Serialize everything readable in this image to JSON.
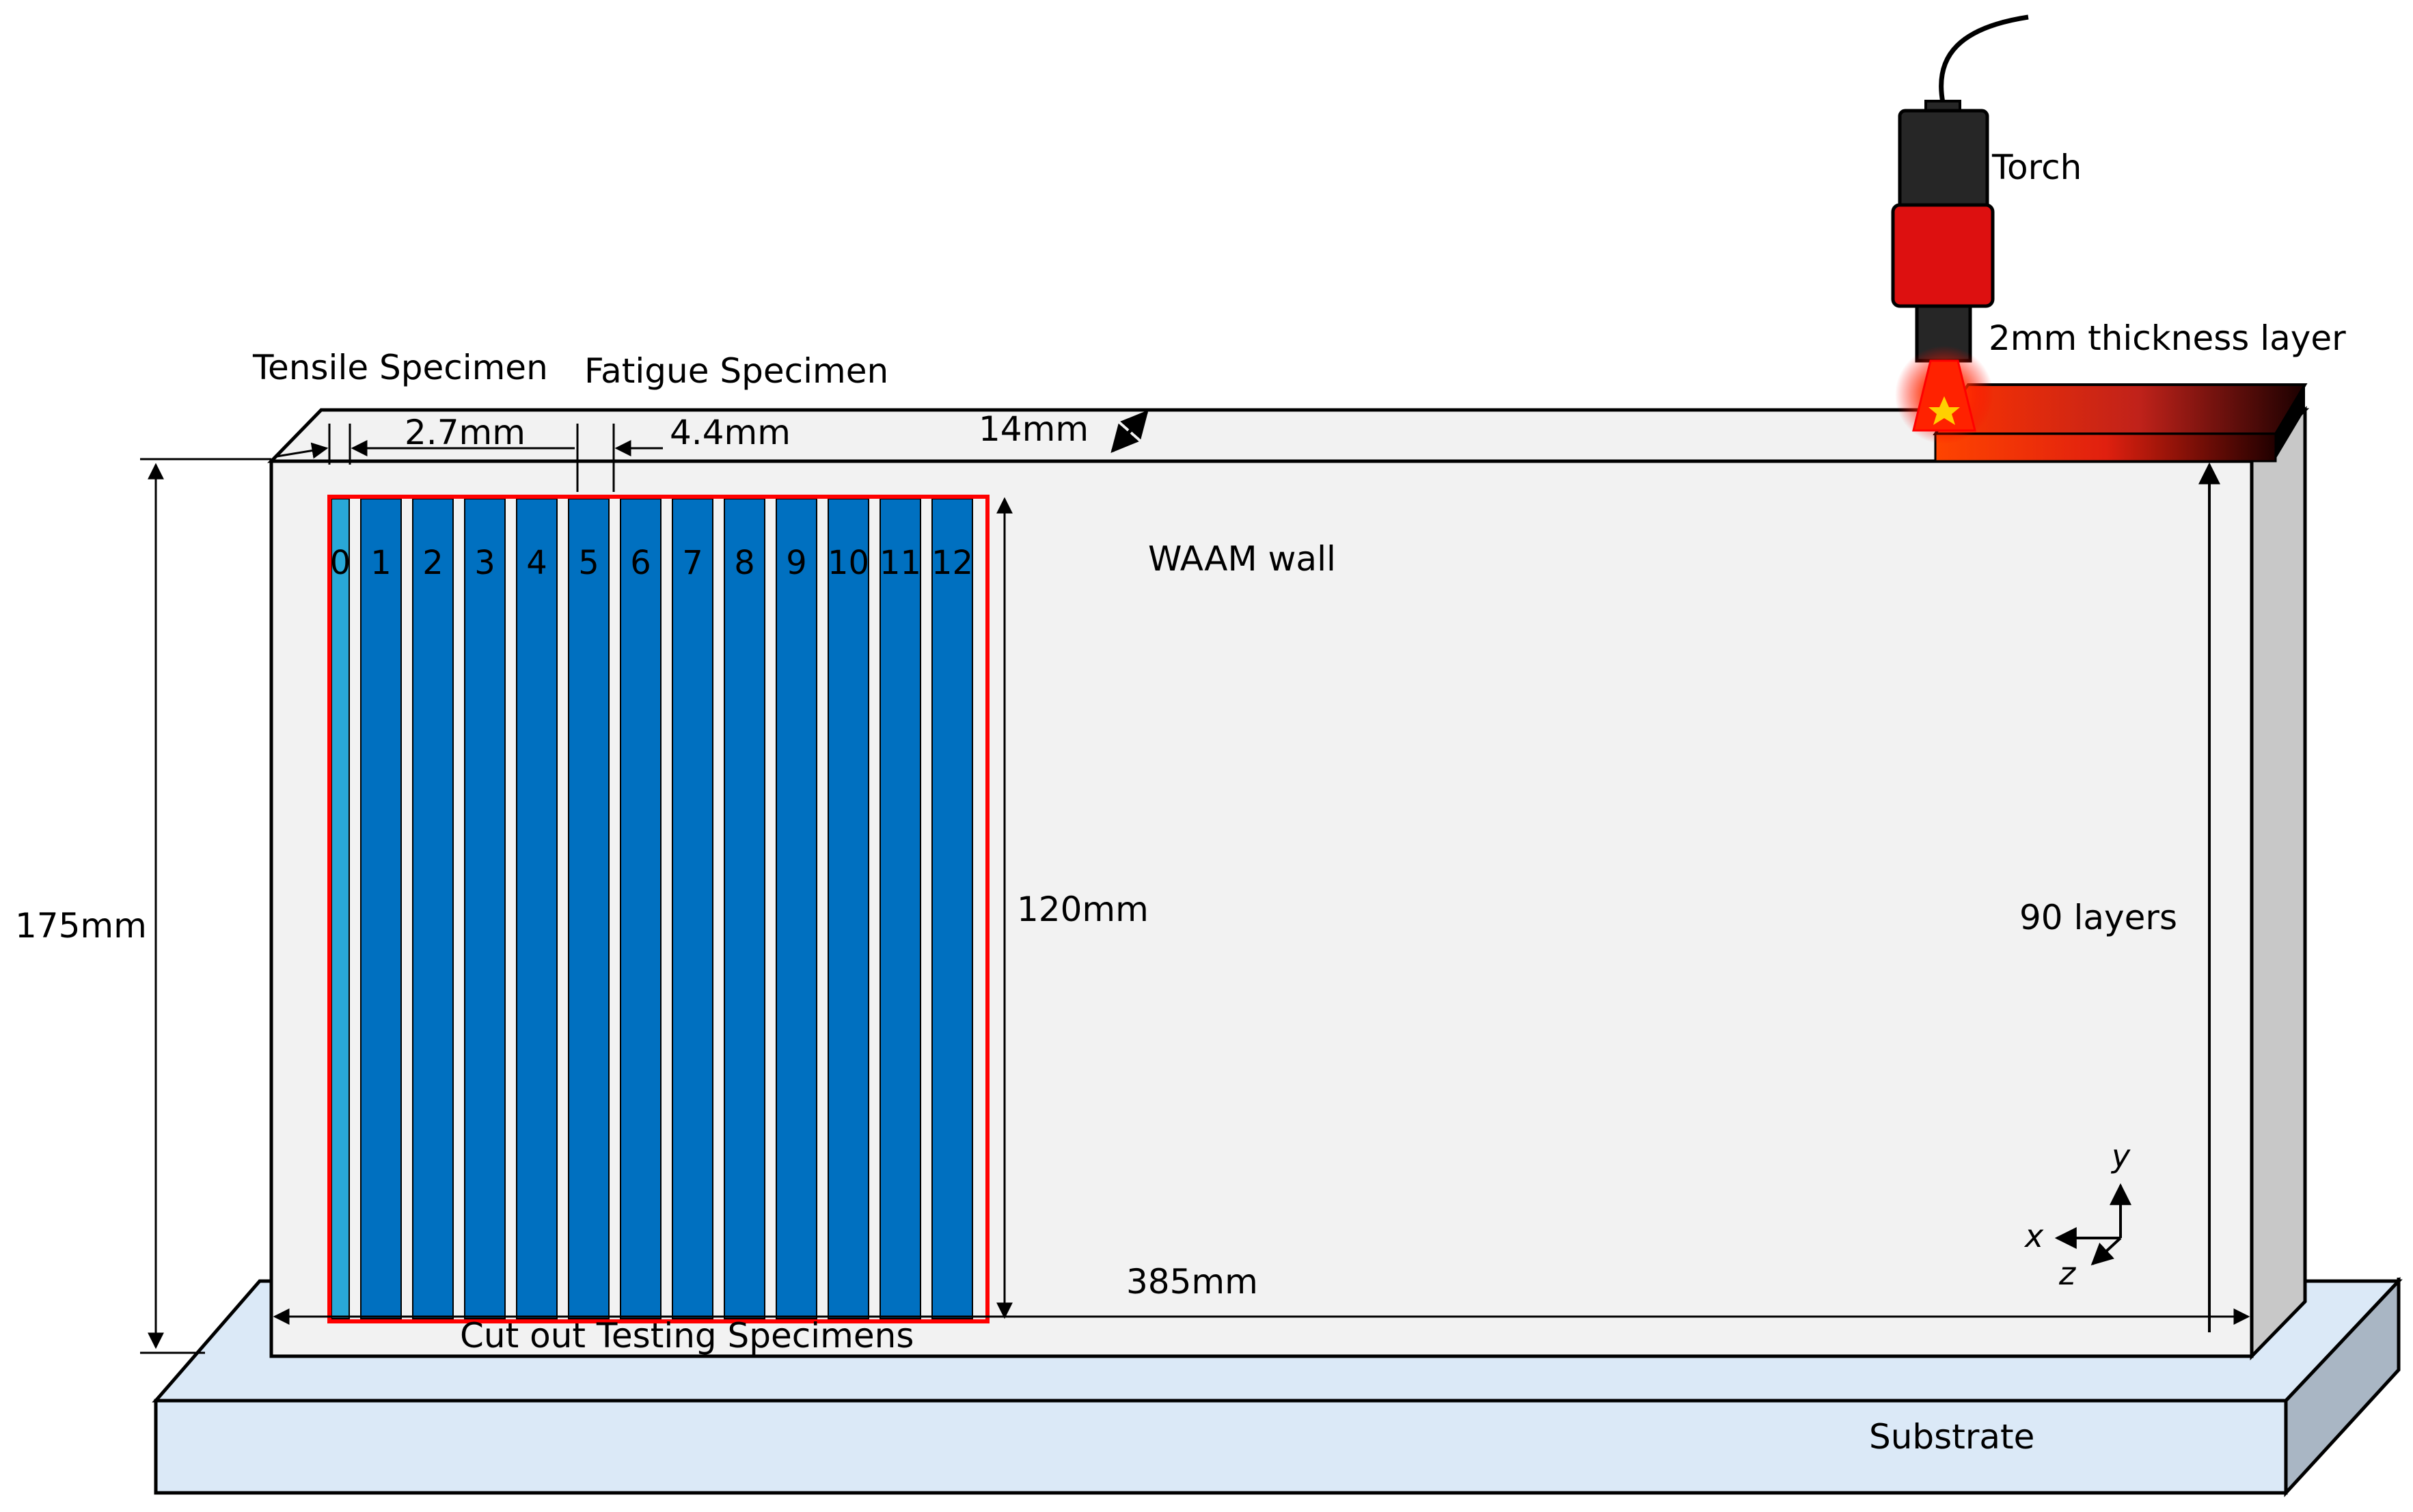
{
  "labels": {
    "tensile_specimen": "Tensile Specimen",
    "fatigue_specimen": "Fatigue Specimen",
    "torch": "Torch",
    "layer_thickness": "2mm thickness layer",
    "dim_2_7": "2.7mm",
    "dim_4_4": "4.4mm",
    "dim_14": "14mm",
    "waam_wall": "WAAM wall",
    "dim_175": "175mm",
    "dim_120": "120mm",
    "layers": "90 layers",
    "dim_385": "385mm",
    "cut_out": "Cut out Testing Specimens",
    "substrate": "Substrate"
  },
  "axes": {
    "x": "x",
    "y": "y",
    "z": "z"
  },
  "specimens": [
    "0",
    "1",
    "2",
    "3",
    "4",
    "5",
    "6",
    "7",
    "8",
    "9",
    "10",
    "11",
    "12"
  ],
  "colors": {
    "wall_front": "#f2f2f2",
    "wall_side": "#c8c8c8",
    "substrate_front": "#dbe9f7",
    "substrate_side": "#a9b6c4",
    "specimen_fatigue": "#0070c0",
    "specimen_tensile": "#29a8d8",
    "cut_outline": "#ff0000",
    "torch_body": "#262626",
    "torch_collar": "#dd1010",
    "hot_layer": "#ff3300"
  }
}
